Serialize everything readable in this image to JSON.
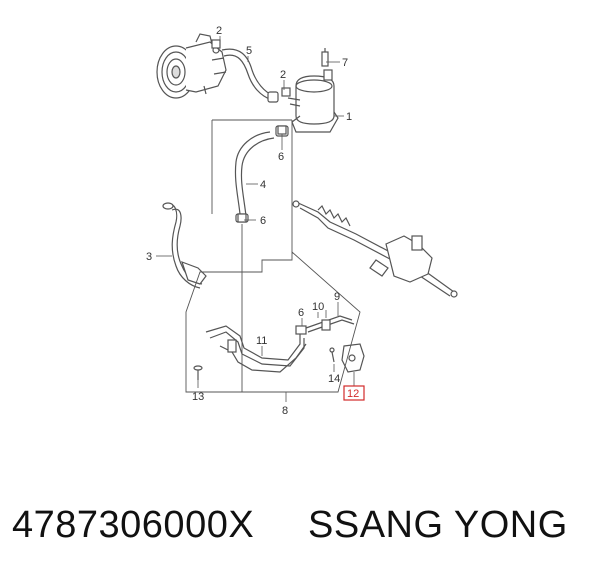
{
  "diagram": {
    "callouts": {
      "c1": "1",
      "c2a": "2",
      "c2b": "2",
      "c3": "3",
      "c4": "4",
      "c5": "5",
      "c6a": "6",
      "c6b": "6",
      "c6c": "6",
      "c7": "7",
      "c8": "8",
      "c9": "9",
      "c10": "10",
      "c11": "11",
      "c12": "12",
      "c13": "13",
      "c14": "14"
    },
    "highlight_color": "#d22a2a",
    "line_color": "#555555"
  },
  "caption": {
    "part_number": "4787306000X",
    "brand": "SSANG YONG"
  }
}
